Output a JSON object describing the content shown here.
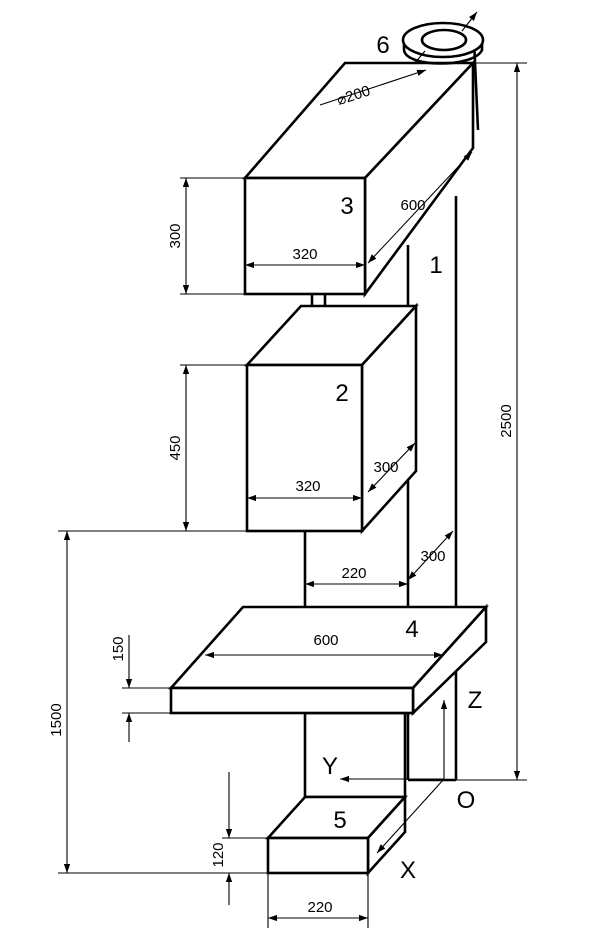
{
  "parts": {
    "p1": "1",
    "p2": "2",
    "p3": "3",
    "p4": "4",
    "p5": "5",
    "p6": "6"
  },
  "axes": {
    "x": "X",
    "y": "Y",
    "z": "Z",
    "origin": "O"
  },
  "dimensions": {
    "d_diameter": "⌀200",
    "d_block3_depth": "600",
    "d_block3_height": "300",
    "d_block3_width": "320",
    "d_block2_height": "450",
    "d_block2_width": "320",
    "d_block2_depth": "300",
    "d_column_gap": "220",
    "d_column_depth": "300",
    "d_table_width": "600",
    "d_table_thickness": "150",
    "d_total_height": "2500",
    "d_table_level": "1500",
    "d_base_height": "120",
    "d_base_width": "220"
  },
  "colors": {
    "ink": "#000000",
    "paper": "#ffffff"
  }
}
